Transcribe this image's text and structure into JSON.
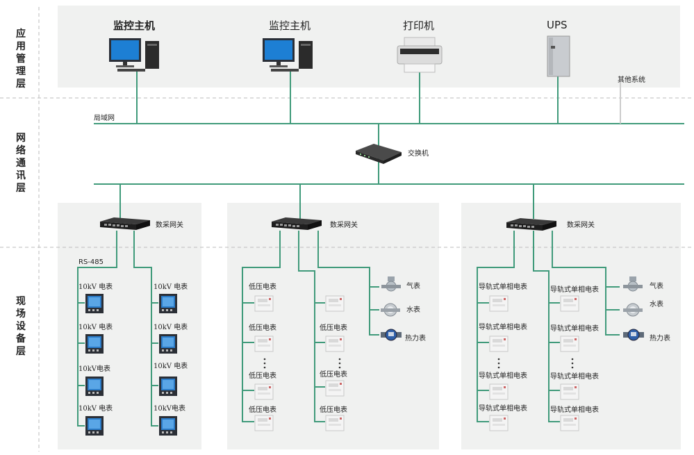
{
  "layers": {
    "application": "应用管理层",
    "network": "网络通讯层",
    "field": "现场设备层"
  },
  "top": {
    "host1": "监控主机",
    "host2": "监控主机",
    "printer": "打印机",
    "ups": "UPS",
    "other_systems": "其他系统",
    "lan": "局域网",
    "switch": "交换机"
  },
  "left_group": {
    "gateway": "数采网关",
    "bus": "RS-485",
    "col1": [
      "10kV 电表",
      "10kV 电表",
      "10kV电表",
      "10kV 电表"
    ],
    "col2": [
      "10kV 电表",
      "10kV 电表",
      "10kV 电表",
      "10kV电表"
    ]
  },
  "mid_group": {
    "gateway": "数采网关",
    "col1": [
      "低压电表",
      "低压电表",
      "低压电表",
      "低压电表"
    ],
    "col2": [
      "低压电表",
      "低压电表",
      "低压电表"
    ],
    "meters": [
      "气表",
      "水表",
      "热力表"
    ]
  },
  "right_group": {
    "gateway": "数采网关",
    "col1": [
      "导轨式单相电表",
      "导轨式单相电表",
      "导轨式单相电表",
      "导轨式单相电表"
    ],
    "col2": [
      "导轨式单相电表",
      "导轨式单相电表",
      "导轨式单相电表",
      "导轨式单相电表"
    ],
    "meters": [
      "气表",
      "水表",
      "热力表"
    ]
  },
  "colors": {
    "wire": "#3f9a7a",
    "divider": "#bbbbbb",
    "panel": "#f0f1f0"
  },
  "icons": [
    "monitor-pc-icon",
    "printer-icon",
    "ups-cabinet-icon",
    "network-switch-icon",
    "gateway-switch-icon",
    "panel-meter-icon",
    "din-rail-meter-icon",
    "gas-meter-icon",
    "water-meter-icon",
    "heat-meter-icon"
  ]
}
